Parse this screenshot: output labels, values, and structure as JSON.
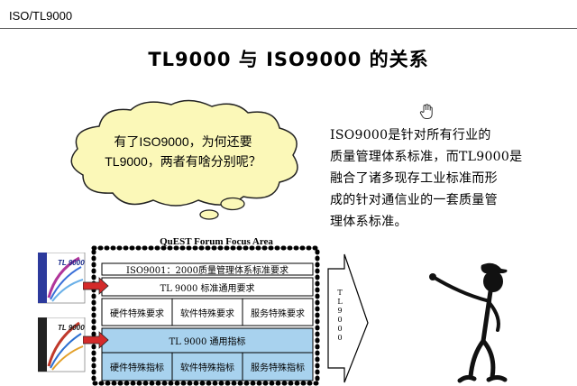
{
  "header": {
    "label": "ISO/TL9000"
  },
  "title": "TL9000 与 ISO9000 的关系",
  "cloud": {
    "lines": [
      "有了ISO9000，为何还要",
      "TL9000，两者有啥分别呢？"
    ]
  },
  "description": {
    "lines": [
      "ISO9000是针对所有行业的",
      "质量管理体系标准，而TL9000是",
      "融合了诸多现存工业标准而形",
      "成的针对通信业的一套质量管",
      "理体系标准。"
    ]
  },
  "diagram": {
    "focus_title": "QuEST Forum Focus Area",
    "rows": {
      "iso": "ISO9001：2000质量管理体系标准要求",
      "tl_req": "TL 9000 标准通用要求",
      "specific_req": [
        "硬件特殊要求",
        "软件特殊要求",
        "服务特殊要求"
      ],
      "tl_metrics": "TL 9000 通用指标",
      "specific_metrics": [
        "硬件特殊指标",
        "软件特殊指标",
        "服务特殊指标"
      ]
    },
    "vertical_label": [
      "T",
      "L",
      "9",
      "0",
      "0",
      "0"
    ],
    "book_label": "TL 9000"
  },
  "colors": {
    "metrics_fill": "#a8d2ee",
    "arrow_red": "#d42a2a",
    "cloud_fill": "#fbf8b8"
  }
}
